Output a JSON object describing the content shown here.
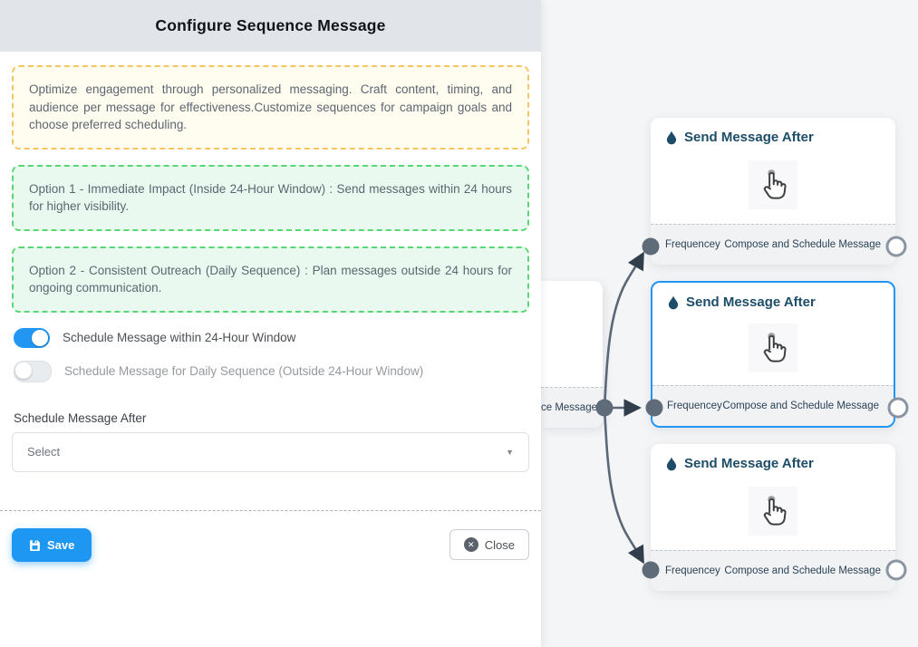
{
  "panel": {
    "title": "Configure Sequence Message",
    "intro": "Optimize engagement through personalized messaging. Craft content, timing, and audience per message for effectiveness.Customize sequences for campaign goals and choose preferred scheduling.",
    "option1": "Option 1 - Immediate Impact (Inside 24-Hour Window) : Send messages within 24 hours for higher visibility.",
    "option2": "Option 2 - Consistent Outreach (Daily Sequence) : Plan messages outside 24 hours for ongoing communication.",
    "toggles": [
      {
        "label": "Schedule Message within 24-Hour Window",
        "state": "on"
      },
      {
        "label": "Schedule Message for Daily Sequence (Outside 24-Hour Window)",
        "state": "off"
      }
    ],
    "schedule_field": {
      "label": "Schedule Message After",
      "value": "Select"
    },
    "save_label": "Save",
    "close_label": "Close"
  },
  "flow": {
    "nodes": [
      {
        "title": "Send Message After",
        "left_label": "Frequencey",
        "right_label": "Compose and Schedule Message",
        "selected": false
      },
      {
        "title": "Send Message After",
        "left_label": "Frequencey",
        "right_label": "Compose and Schedule Message",
        "selected": true
      },
      {
        "title": "Send Message After",
        "left_label": "Frequencey",
        "right_label": "Compose and Schedule Message",
        "selected": false
      }
    ],
    "partial_node_label": "ce Message",
    "icons": {
      "node_title": "droplet-icon",
      "node_body": "tap-cursor-icon"
    }
  },
  "colors": {
    "accent_blue": "#2196f3",
    "header_bg": "#e1e4e8",
    "canvas_bg": "#f4f5f7",
    "yellow_box_border": "#f6c561",
    "green_box_border": "#58d874",
    "save_button_bg": "#1e97f3",
    "edge": "#5a6876",
    "node_title_text": "#1d4d68"
  }
}
